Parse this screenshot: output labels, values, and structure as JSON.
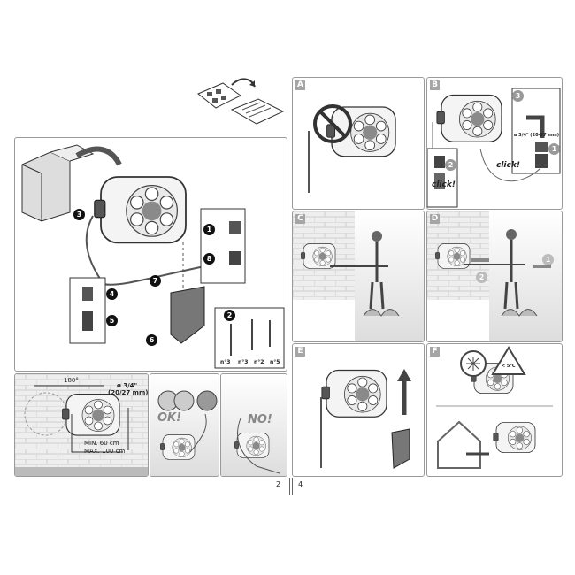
{
  "pages": {
    "left_number": "2",
    "right_number": "4"
  },
  "overview": {
    "callouts": [
      "1",
      "2",
      "3",
      "4",
      "5",
      "6",
      "7",
      "8"
    ],
    "parts_labels": [
      "n°3",
      "n°3",
      "n°2",
      "n°5"
    ]
  },
  "installation": {
    "angle": "180°",
    "tap_size_line1": "ø 3/4\"",
    "tap_size_line2": "(20/27 mm)",
    "min_distance": "MIN. 60 cm",
    "max_distance": "MAX. 100 cm",
    "ok_label": "OK!",
    "no_label": "NO!"
  },
  "steps": {
    "A": {
      "letter": "A"
    },
    "B": {
      "letter": "B",
      "click1": "click!",
      "click2": "click!",
      "size": "ø 3/4\" (20-27 mm)",
      "steps": [
        "1",
        "2",
        "3"
      ]
    },
    "C": {
      "letter": "C"
    },
    "D": {
      "letter": "D",
      "steps": [
        "1",
        "2"
      ]
    },
    "E": {
      "letter": "E"
    },
    "F": {
      "letter": "F",
      "temp": "< 5°C"
    }
  }
}
